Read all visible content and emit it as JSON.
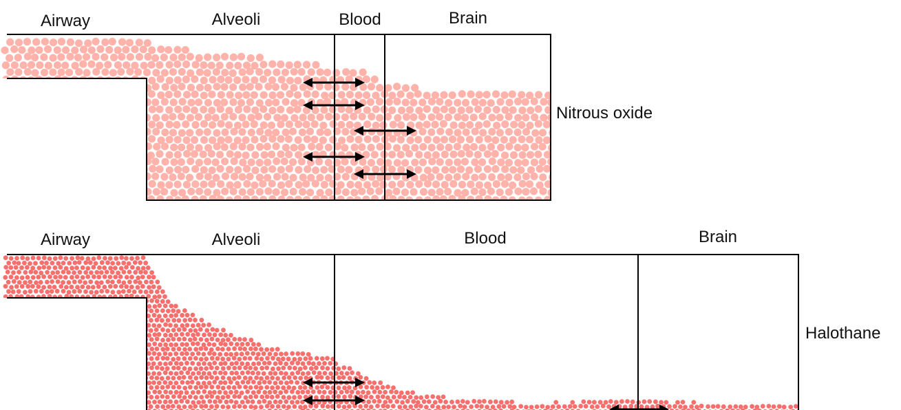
{
  "panels": [
    {
      "labels": {
        "airway": "Airway",
        "alveoli": "Alveoli",
        "blood": "Blood",
        "brain": "Brain"
      },
      "agent": "Nitrous oxide",
      "particle_color": "#ffb3ab"
    },
    {
      "labels": {
        "airway": "Airway",
        "alveoli": "Alveoli",
        "blood": "Blood",
        "brain": "Brain"
      },
      "agent": "Halothane",
      "particle_color": "#f7706e"
    }
  ],
  "arrow_color": "#000000",
  "line_color": "#000000"
}
